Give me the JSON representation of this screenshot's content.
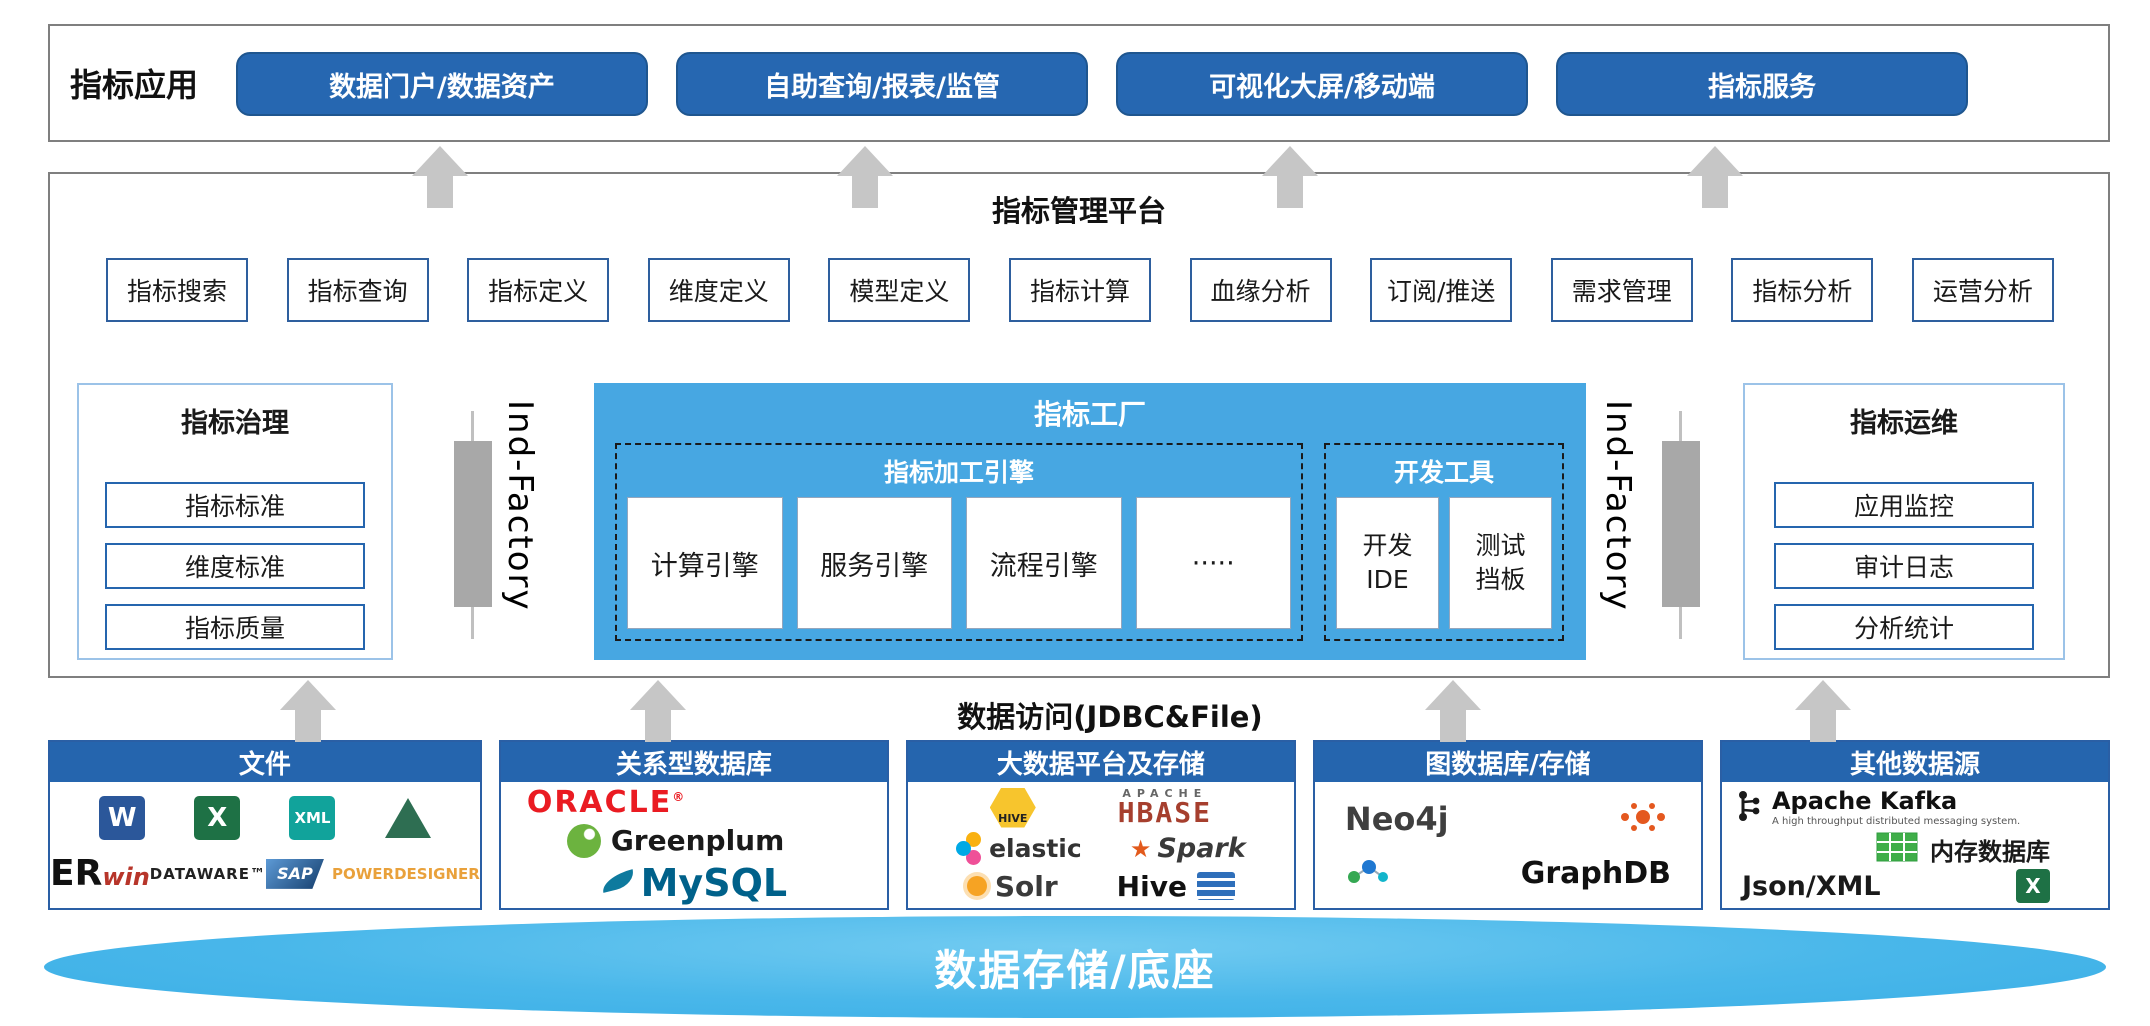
{
  "colors": {
    "primary_blue": "#2565ae",
    "factory_blue": "#47a7e2",
    "arrow_gray": "#c6c6c6",
    "base_blue": "#49b7ea"
  },
  "icons": {
    "spark_star": "★"
  },
  "app": {
    "label": "指标应用",
    "buttons": [
      "数据门户/数据资产",
      "自助查询/报表/监管",
      "可视化大屏/移动端",
      "指标服务"
    ]
  },
  "platform": {
    "title": "指标管理平台",
    "items": [
      "指标搜索",
      "指标查询",
      "指标定义",
      "维度定义",
      "模型定义",
      "指标计算",
      "血缘分析",
      "订阅/推送",
      "需求管理",
      "指标分析",
      "运营分析"
    ]
  },
  "governance": {
    "title": "指标治理",
    "items": [
      "指标标准",
      "维度标准",
      "指标质量"
    ]
  },
  "factory": {
    "title": "指标工厂",
    "side_label": "Ind-Factory",
    "engines": {
      "title": "指标加工引擎",
      "items": [
        "计算引擎",
        "服务引擎",
        "流程引擎",
        "·····"
      ]
    },
    "devtools": {
      "title": "开发工具",
      "items": [
        {
          "top": "开发",
          "bottom": "IDE"
        },
        {
          "top": "测试",
          "bottom": "挡板"
        }
      ]
    }
  },
  "ops": {
    "title": "指标运维",
    "items": [
      "应用监控",
      "审计日志",
      "分析统计"
    ]
  },
  "data_access": {
    "label": "数据访问(JDBC&File)"
  },
  "sources": [
    {
      "title": "文件",
      "logos": {
        "word": "W",
        "excel": "X",
        "xml": "XML",
        "erwin_er": "ER",
        "erwin_win": "win",
        "dataware": "DATAWARE™",
        "sap": "SAP",
        "powerdesigner": "POWERDESIGNER"
      }
    },
    {
      "title": "关系型数据库",
      "logos": {
        "oracle": "ORACLE",
        "oracle_reg": "®",
        "greenplum": "Greenplum",
        "mysql": "MySQL"
      }
    },
    {
      "title": "大数据平台及存储",
      "logos": {
        "hive_icon": "HIVE",
        "apache": "APACHE",
        "hbase": "HBASE",
        "elastic": "elastic",
        "spark": "Spark",
        "solr": "Solr",
        "hive": "Hive"
      }
    },
    {
      "title": "图数据库/存储",
      "logos": {
        "neo4j": "Neo4j",
        "graphdb": "GraphDB"
      }
    },
    {
      "title": "其他数据源",
      "logos": {
        "kafka": "Apache Kafka",
        "kafka_tagline": "A high throughput distributed messaging system.",
        "memory_db": "内存数据库",
        "json_xml": "Json/XML",
        "excel": "X"
      }
    }
  ],
  "base": {
    "label": "数据存储/底座"
  }
}
